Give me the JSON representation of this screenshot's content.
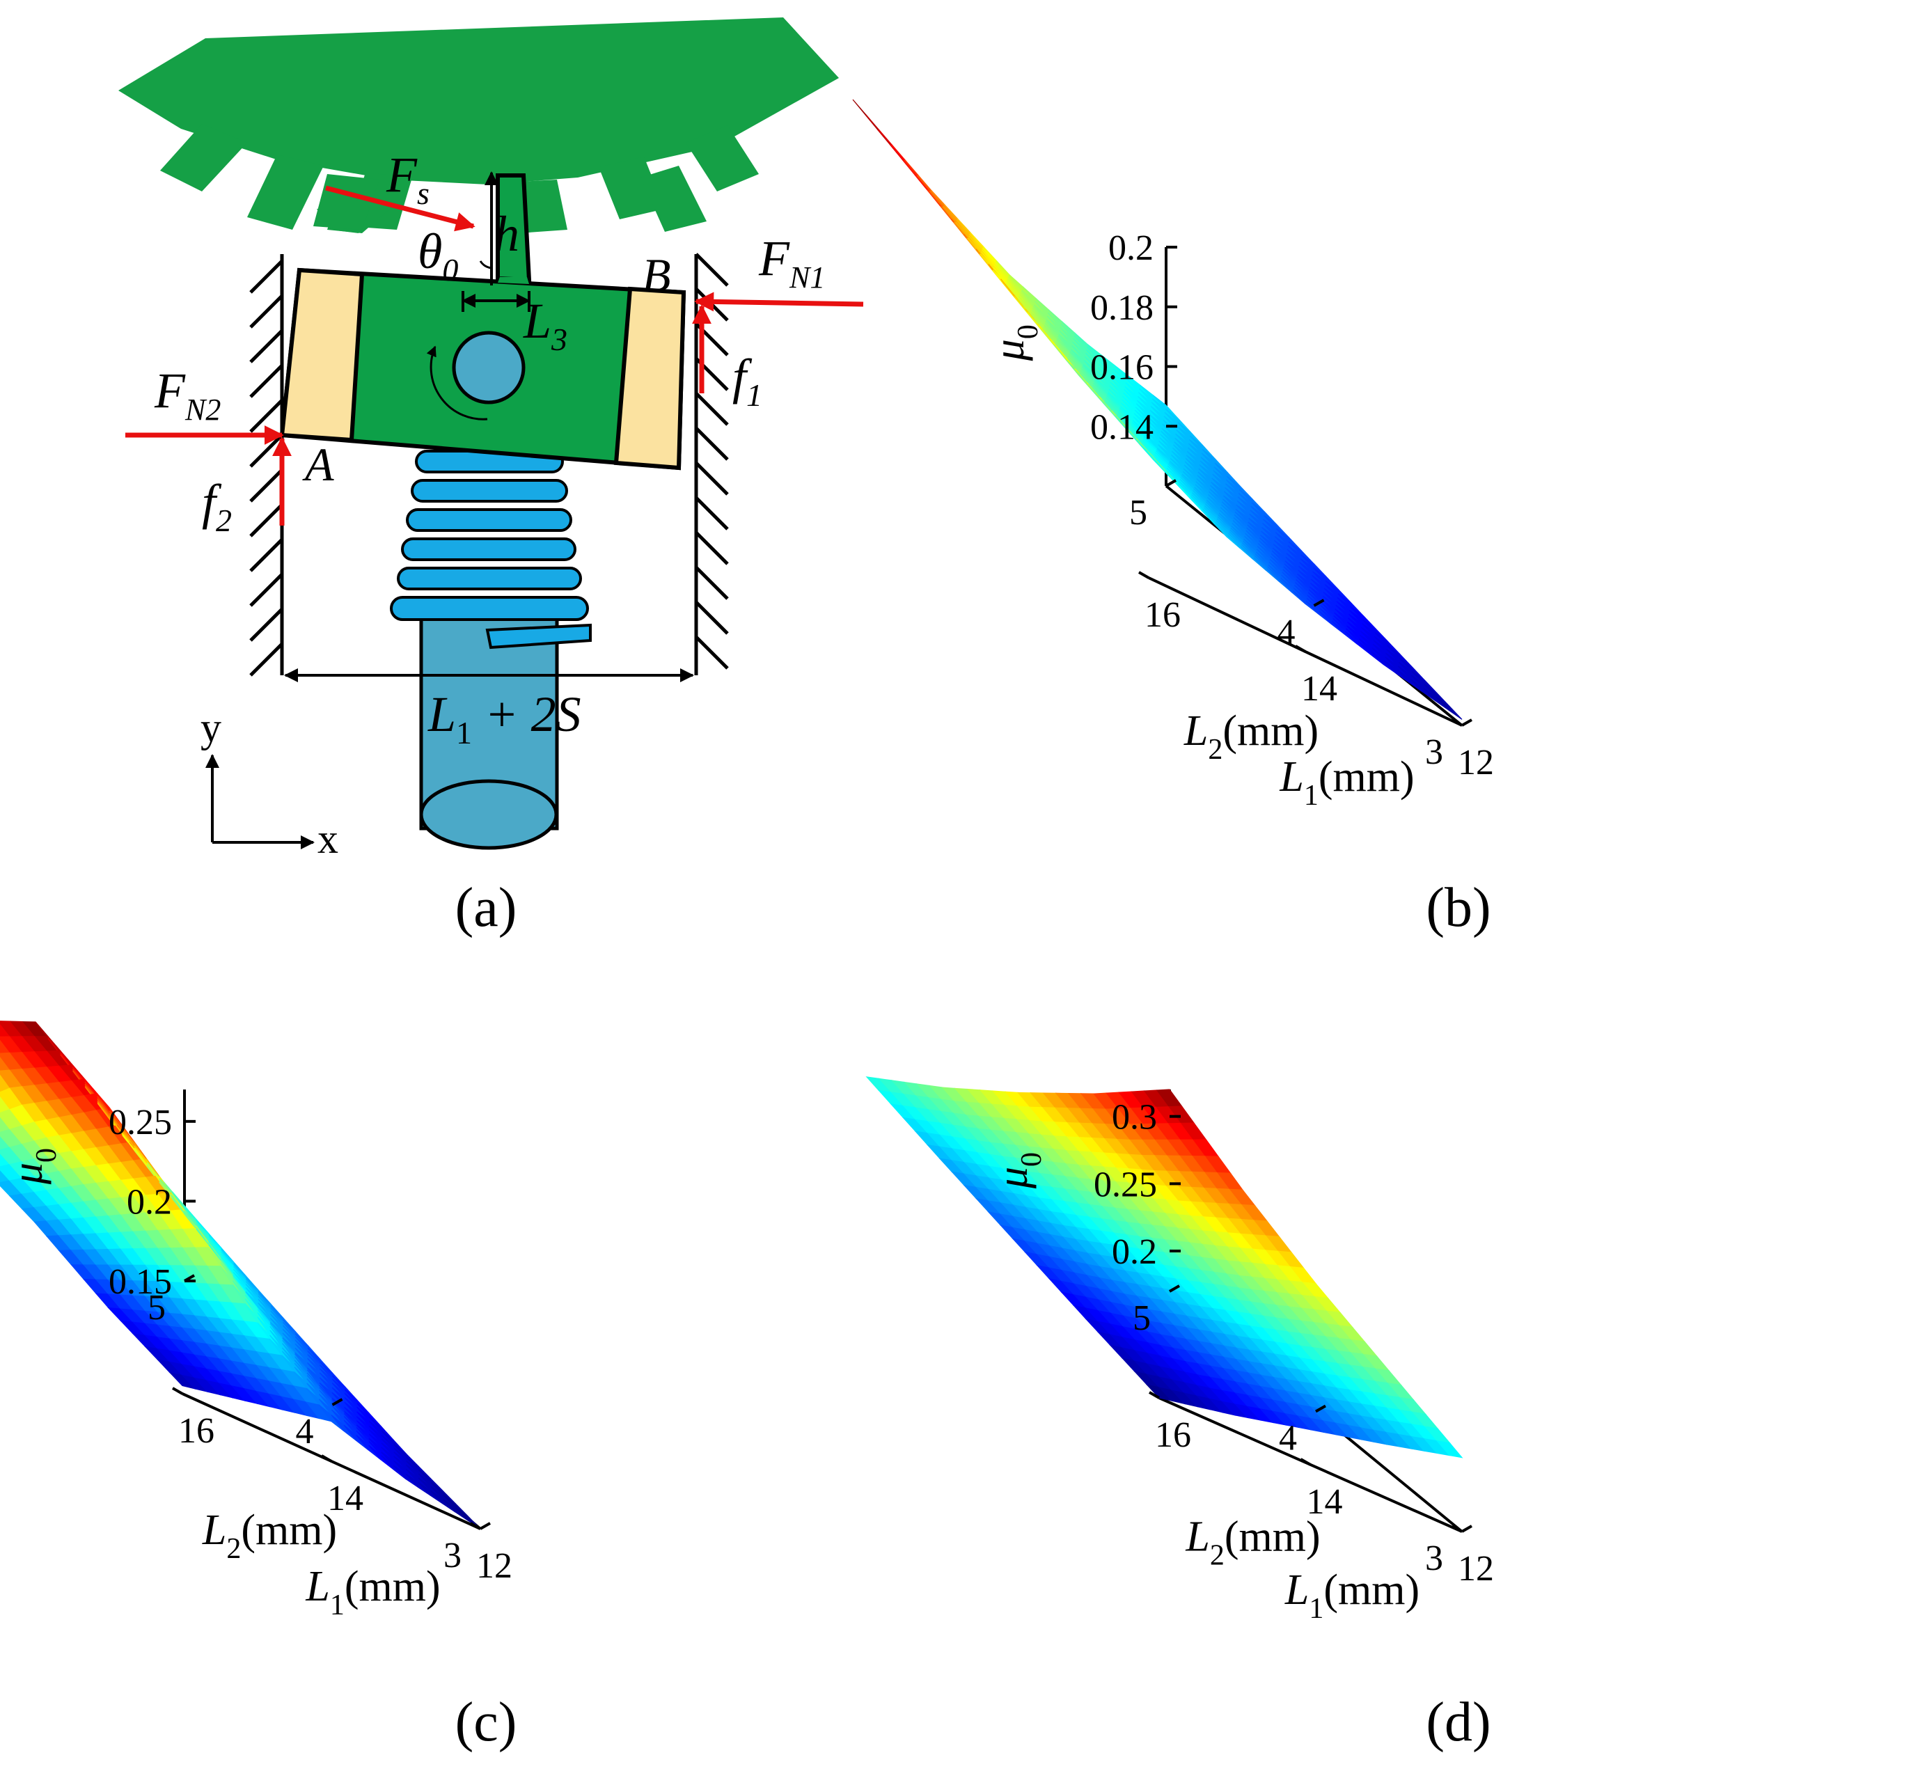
{
  "diagram": {
    "labels": {
      "Fs": "F",
      "Fs_sub": "s",
      "FN1": "F",
      "FN1_sub": "N1",
      "FN2": "F",
      "FN2_sub": "N2",
      "f1": "f",
      "f1_sub": "1",
      "f2": "f",
      "f2_sub": "2",
      "h": "h",
      "theta": "θ",
      "theta_sub": "0",
      "L3": "L",
      "L3_sub": "3",
      "A": "A",
      "B": "B",
      "width": "L",
      "width_sub": "1",
      "width_rest": " + 2S",
      "axis_y": "y",
      "axis_x": "x"
    },
    "colors": {
      "gear": "#15A046",
      "block": "#0DA048",
      "pad": "#FBE2A0",
      "spring": "#18A9E5",
      "shaft": "#4BA9C8",
      "force": "#E81010"
    }
  },
  "chart_data": [
    {
      "panel": "(b)",
      "type": "surface",
      "x": [
        12,
        13,
        14,
        15,
        16
      ],
      "y": [
        3,
        3.5,
        4,
        4.5,
        5
      ],
      "xticks": [
        12,
        14,
        16
      ],
      "yticks": [
        3,
        4,
        5
      ],
      "zticks": [
        "0.14",
        "0.16",
        "0.18",
        "0.2"
      ],
      "zlim": [
        0.12,
        0.2
      ],
      "xlabel": "L",
      "xlabel_sub": "1",
      "xlabel_unit": "(mm)",
      "ylabel": "L",
      "ylabel_sub": "2",
      "ylabel_unit": "(mm)",
      "zlabel": "μ",
      "zlabel_sub": "0",
      "colormap": "jet",
      "grid": false,
      "z": [
        [
          0.122,
          0.128,
          0.136,
          0.146,
          0.162
        ],
        [
          0.128,
          0.134,
          0.142,
          0.152,
          0.17
        ],
        [
          0.134,
          0.14,
          0.148,
          0.16,
          0.18
        ],
        [
          0.14,
          0.147,
          0.156,
          0.17,
          0.19
        ],
        [
          0.147,
          0.155,
          0.166,
          0.182,
          0.2
        ]
      ]
    },
    {
      "panel": "(c)",
      "type": "surface",
      "x": [
        12,
        13,
        14,
        15,
        16
      ],
      "y": [
        3,
        3.5,
        4,
        4.5,
        5
      ],
      "xticks": [
        12,
        14,
        16
      ],
      "yticks": [
        3,
        4,
        5
      ],
      "zticks": [
        "0.15",
        "0.2",
        "0.25"
      ],
      "zlim": [
        0.15,
        0.27
      ],
      "xlabel": "L",
      "xlabel_sub": "1",
      "xlabel_unit": "(mm)",
      "ylabel": "L",
      "ylabel_sub": "2",
      "ylabel_unit": "(mm)",
      "zlabel": "μ",
      "zlabel_sub": "0",
      "colormap": "jet",
      "grid": false,
      "z": [
        [
          0.15,
          0.16,
          0.175,
          0.165,
          0.155
        ],
        [
          0.158,
          0.172,
          0.198,
          0.182,
          0.165
        ],
        [
          0.17,
          0.19,
          0.23,
          0.205,
          0.18
        ],
        [
          0.183,
          0.21,
          0.255,
          0.225,
          0.19
        ],
        [
          0.197,
          0.23,
          0.27,
          0.25,
          0.2
        ]
      ]
    },
    {
      "panel": "(d)",
      "type": "surface",
      "x": [
        12,
        13,
        14,
        15,
        16
      ],
      "y": [
        3,
        3.5,
        4,
        4.5,
        5
      ],
      "xticks": [
        12,
        14,
        16
      ],
      "yticks": [
        3,
        4,
        5
      ],
      "zticks": [
        "0.2",
        "0.25",
        "0.3"
      ],
      "zlim": [
        0.17,
        0.32
      ],
      "xlabel": "L",
      "xlabel_sub": "1",
      "xlabel_unit": "(mm)",
      "ylabel": "L",
      "ylabel_sub": "2",
      "ylabel_unit": "(mm)",
      "zlabel": "μ",
      "zlabel_sub": "0",
      "colormap": "jet",
      "grid": false,
      "z": [
        [
          0.225,
          0.21,
          0.196,
          0.182,
          0.17
        ],
        [
          0.245,
          0.228,
          0.212,
          0.197,
          0.184
        ],
        [
          0.265,
          0.246,
          0.229,
          0.213,
          0.199
        ],
        [
          0.29,
          0.268,
          0.248,
          0.23,
          0.214
        ],
        [
          0.32,
          0.292,
          0.268,
          0.247,
          0.23
        ]
      ]
    }
  ],
  "panel_labels": [
    "(a)",
    "(b)",
    "(c)",
    "(d)"
  ]
}
